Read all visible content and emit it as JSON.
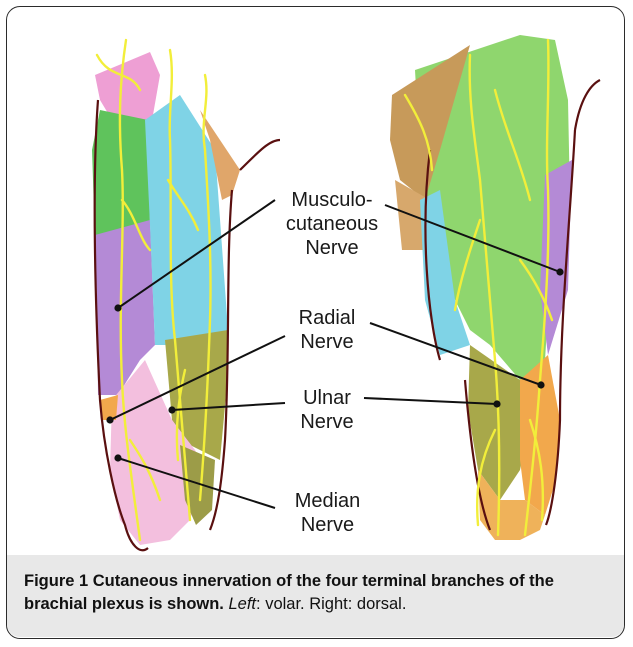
{
  "labels": {
    "musculocutaneous": [
      "Musculo-",
      "cutaneous",
      "Nerve"
    ],
    "radial": [
      "Radial",
      "Nerve"
    ],
    "ulnar": [
      "Ulnar",
      "Nerve"
    ],
    "median": [
      "Median",
      "Nerve"
    ]
  },
  "caption": {
    "bold": "Figure 1 Cutaneous innervation of the four terminal branches of the brachial plexus is shown.",
    "italic": "Left",
    "rest": ": volar. Right: dorsal."
  },
  "colors": {
    "musculocutaneous": "#b48ad6",
    "radial_green": "#8fd66e",
    "radial_olive": "#a8a84a",
    "ulnar_orange": "#f2a84c",
    "median_pink": "#f3b6d6",
    "median_blue": "#7fd3e6",
    "nerve_yellow": "#f2ee3a",
    "skin_outline": "#5a1010"
  }
}
